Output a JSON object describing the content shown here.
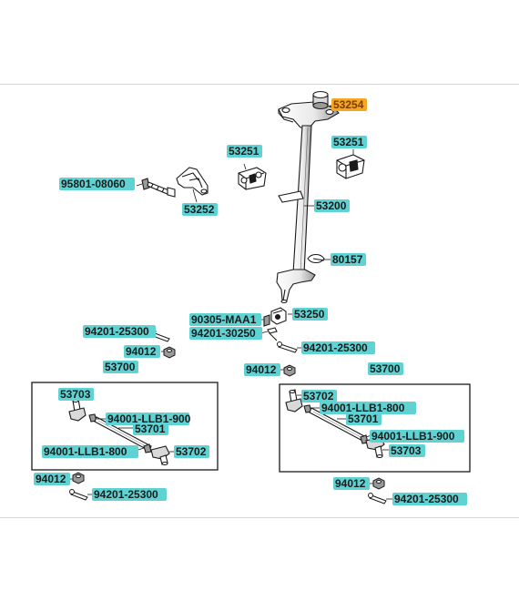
{
  "diagram": {
    "labels": {
      "l53254": "53254",
      "l53251a": "53251",
      "l53251b": "53251",
      "l95801": "95801-08060",
      "l53252": "53252",
      "l53200": "53200",
      "l80157": "80157",
      "l90305": "90305-MAA1",
      "l53250": "53250",
      "l94201_30250": "94201-30250",
      "l94201_25300_a": "94201-25300",
      "l94012_a": "94012",
      "l94201_25300_b": "94201-25300",
      "l53700_left": "53700",
      "l94012_b": "94012",
      "l53700_right": "53700",
      "l53703_left": "53703",
      "l94001_900_left": "94001-LLB1-900",
      "l53701_left": "53701",
      "l94001_800_left": "94001-LLB1-800",
      "l53702_left": "53702",
      "l53702_right": "53702",
      "l94001_800_right": "94001-LLB1-800",
      "l53701_right": "53701",
      "l94001_900_right": "94001-LLB1-900",
      "l53703_right": "53703",
      "l94012_c": "94012",
      "l94201_25300_c": "94201-25300",
      "l94012_d": "94012",
      "l94201_25300_d": "94201-25300"
    },
    "colors": {
      "label_bg": "#5fd3d3",
      "label_bg_highlight": "#f5a623",
      "line": "#1a1a1a",
      "part_fill": "#ffffff",
      "part_shade": "#9a9a9a"
    }
  }
}
